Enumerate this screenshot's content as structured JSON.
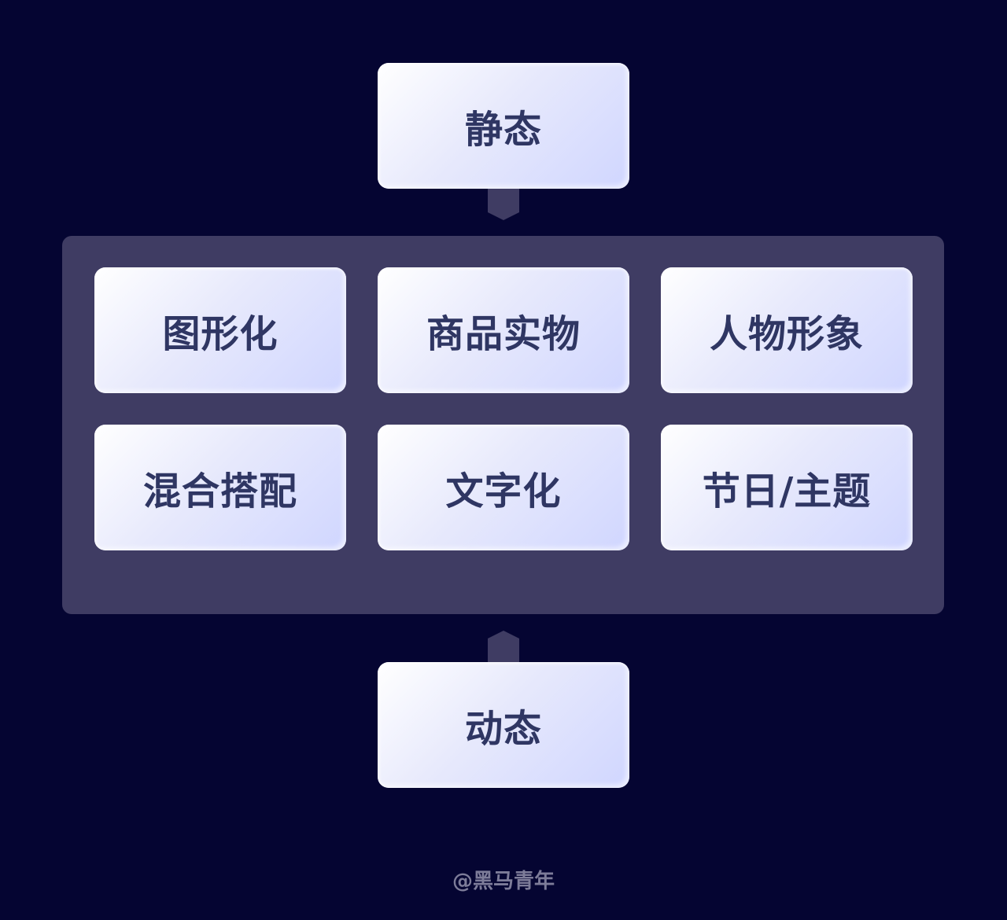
{
  "top": {
    "label": "静态"
  },
  "grid": {
    "items": [
      {
        "label": "图形化"
      },
      {
        "label": "商品实物"
      },
      {
        "label": "人物形象"
      },
      {
        "label": "混合搭配"
      },
      {
        "label": "文字化"
      },
      {
        "label": "节日/主题"
      }
    ]
  },
  "bottom": {
    "label": "动态"
  },
  "footer": {
    "credit": "@黑马青年"
  },
  "colors": {
    "background": "#050532",
    "panel": "#3f3c63",
    "text": "#2f3663",
    "card_start": "#ffffff",
    "card_end": "#d0d6ff"
  }
}
